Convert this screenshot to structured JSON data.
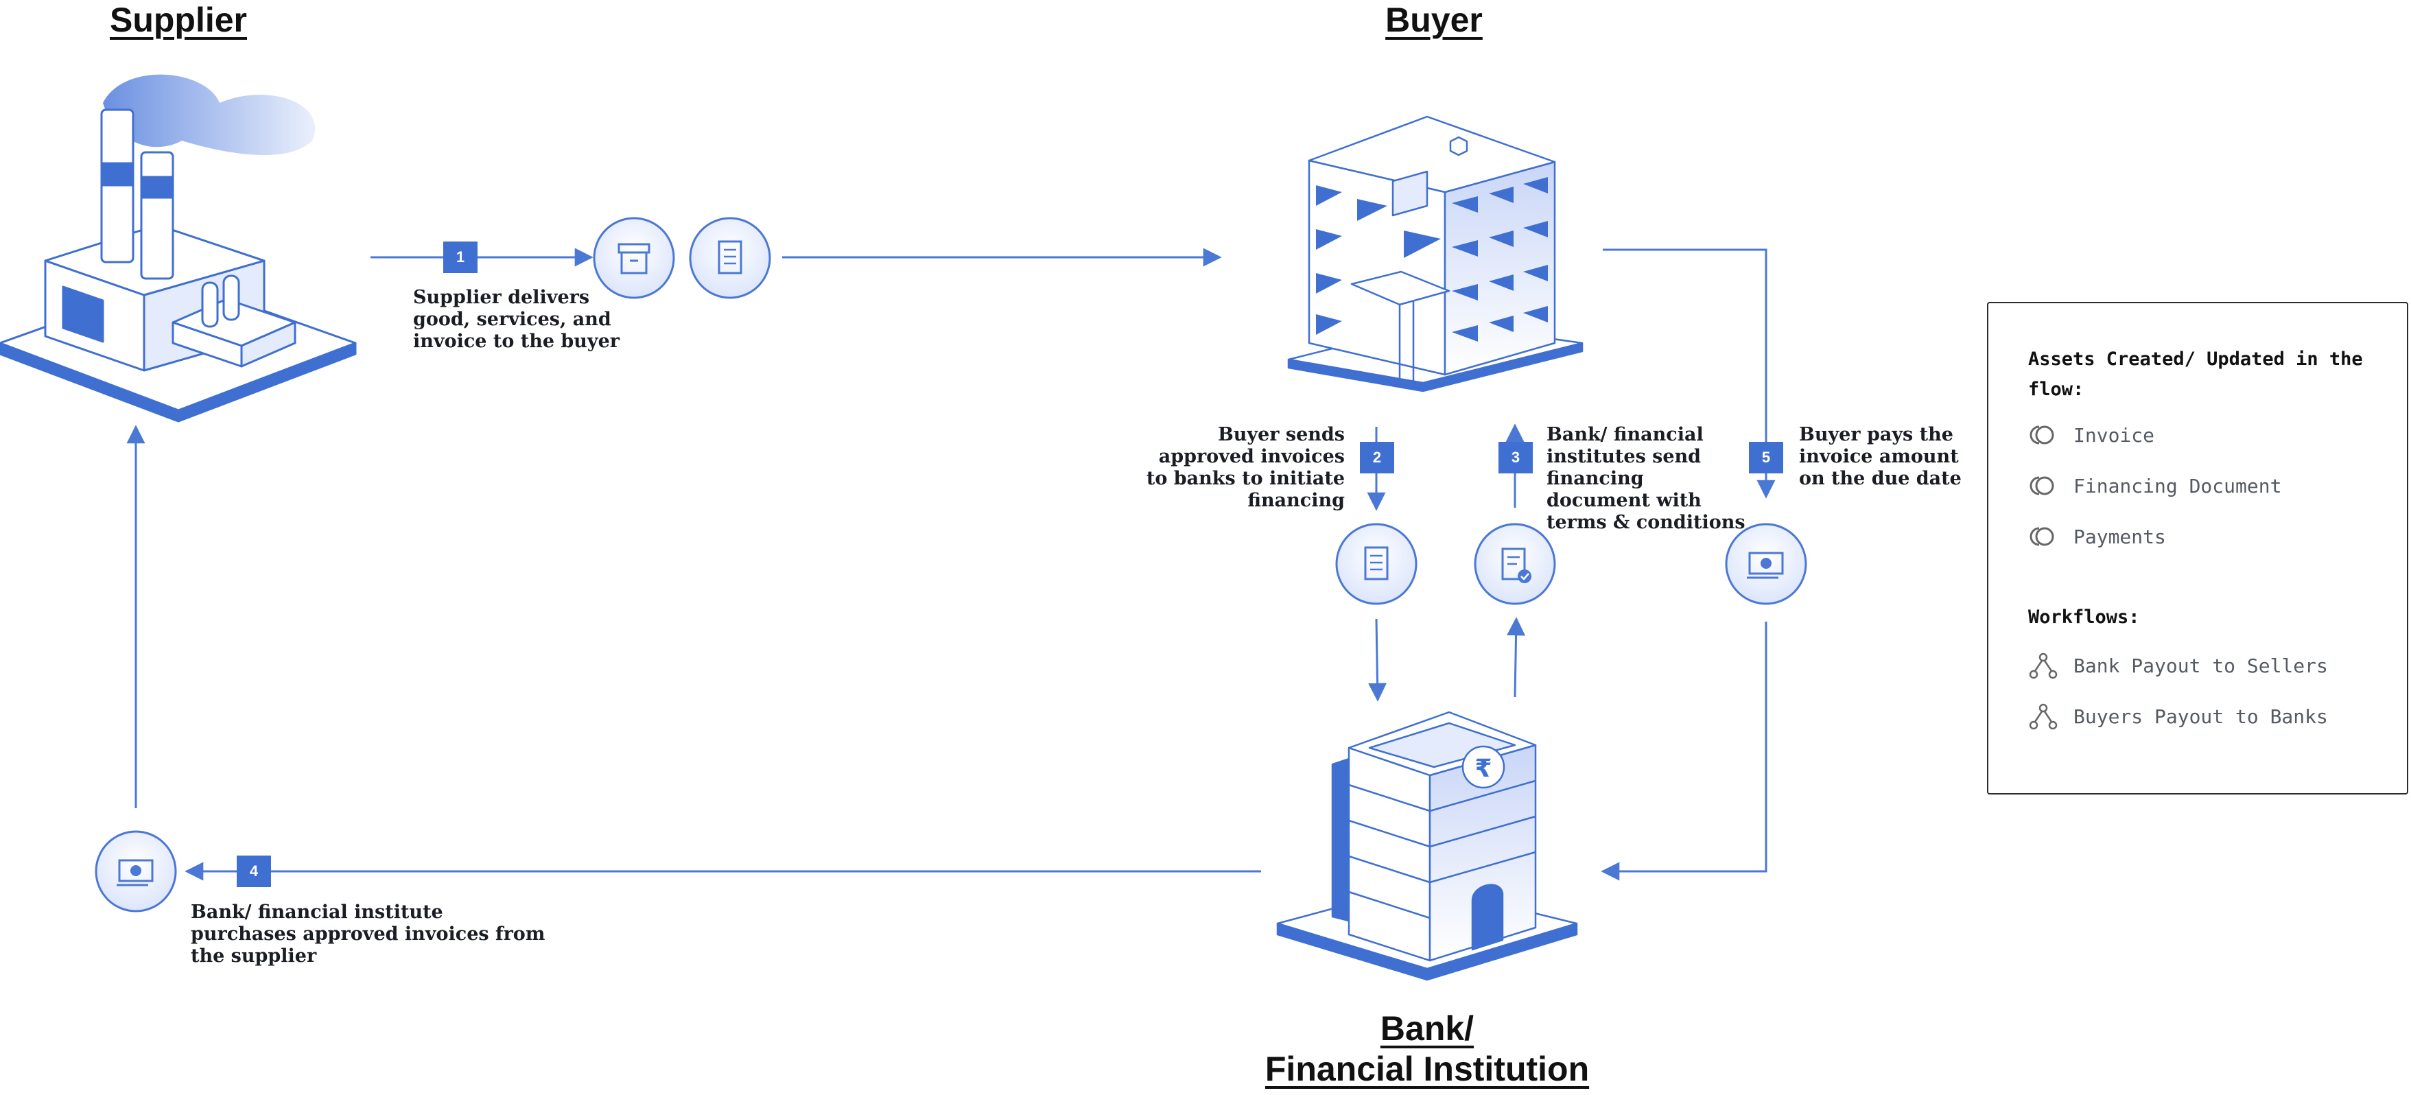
{
  "actors": {
    "supplier": "Supplier",
    "buyer": "Buyer",
    "bank_line1": "Bank/",
    "bank_line2": "Financial Institution"
  },
  "steps": [
    {
      "number": "1",
      "text": [
        "Supplier delivers",
        "good, services, and",
        "invoice to the buyer"
      ]
    },
    {
      "number": "2",
      "text": [
        "Buyer sends",
        "approved invoices",
        "to banks to initiate",
        "financing"
      ]
    },
    {
      "number": "3",
      "text": [
        "Bank/ financial",
        "institutes send",
        "financing",
        "document with",
        "terms & conditions"
      ]
    },
    {
      "number": "4",
      "text": [
        "Bank/ financial institute",
        "purchases approved invoices from",
        "the supplier"
      ]
    },
    {
      "number": "5",
      "text": [
        "Buyer pays the",
        "invoice amount",
        "on the due date"
      ]
    }
  ],
  "legend": {
    "assets_heading": [
      "Assets Created/ Updated in the",
      "flow:"
    ],
    "assets": [
      "Invoice",
      "Financing Document",
      "Payments"
    ],
    "workflows_heading": "Workflows:",
    "workflows": [
      "Bank Payout to Sellers",
      "Buyers Payout to Banks"
    ]
  },
  "colors": {
    "accent": "#3f6fd1",
    "accent_light": "#dfe7fb",
    "line": "#4a78d4",
    "legend_icon": "#666666"
  },
  "icons": {
    "step1": [
      "archive-box-icon",
      "invoice-receipt-icon"
    ],
    "step2": "invoice-receipt-icon",
    "step3": "document-check-icon",
    "step4": "cash-icon",
    "step5": "cash-icon",
    "assets": "asset-ring-icon",
    "workflows": "workflow-branch-icon"
  }
}
